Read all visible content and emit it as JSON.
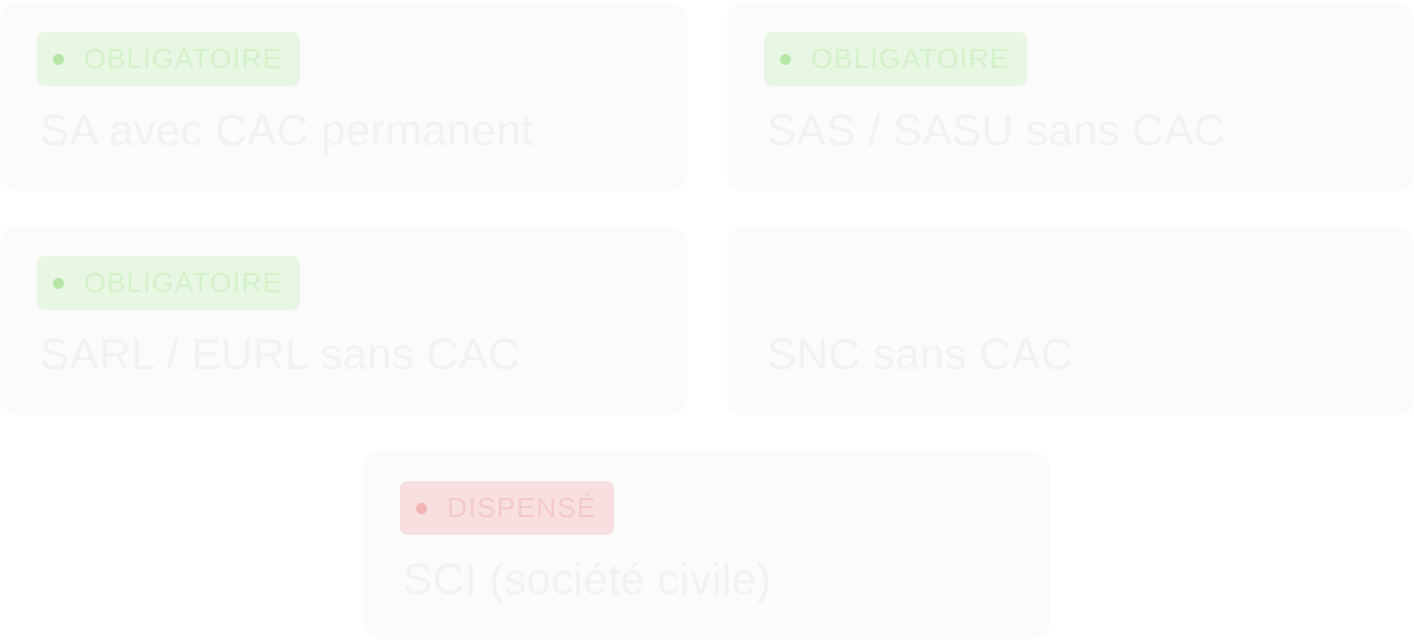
{
  "cards": [
    {
      "badge": {
        "label": "OBLIGATOIRE",
        "status": "obligatoire"
      },
      "title": "SA avec CAC permanent"
    },
    {
      "badge": {
        "label": "OBLIGATOIRE",
        "status": "obligatoire"
      },
      "title": "SAS / SASU sans CAC"
    },
    {
      "badge": {
        "label": "OBLIGATOIRE",
        "status": "obligatoire"
      },
      "title": "SARL / EURL sans CAC"
    },
    {
      "badge": null,
      "title": "SNC sans CAC"
    },
    {
      "badge": {
        "label": "DISPENSÉ",
        "status": "dispense"
      },
      "title": "SCI (société civile)"
    }
  ],
  "colors": {
    "card_background": "#fbfbfb",
    "obligatoire_badge_bg": "#e8f7e4",
    "obligatoire_dot": "#b6e6a8",
    "obligatoire_text": "#d4f2c9",
    "dispense_badge_bg": "#f8dfe0",
    "dispense_dot": "#f1b4b6",
    "dispense_text": "#f4c9ca",
    "title_text": "#f2f2f2"
  }
}
